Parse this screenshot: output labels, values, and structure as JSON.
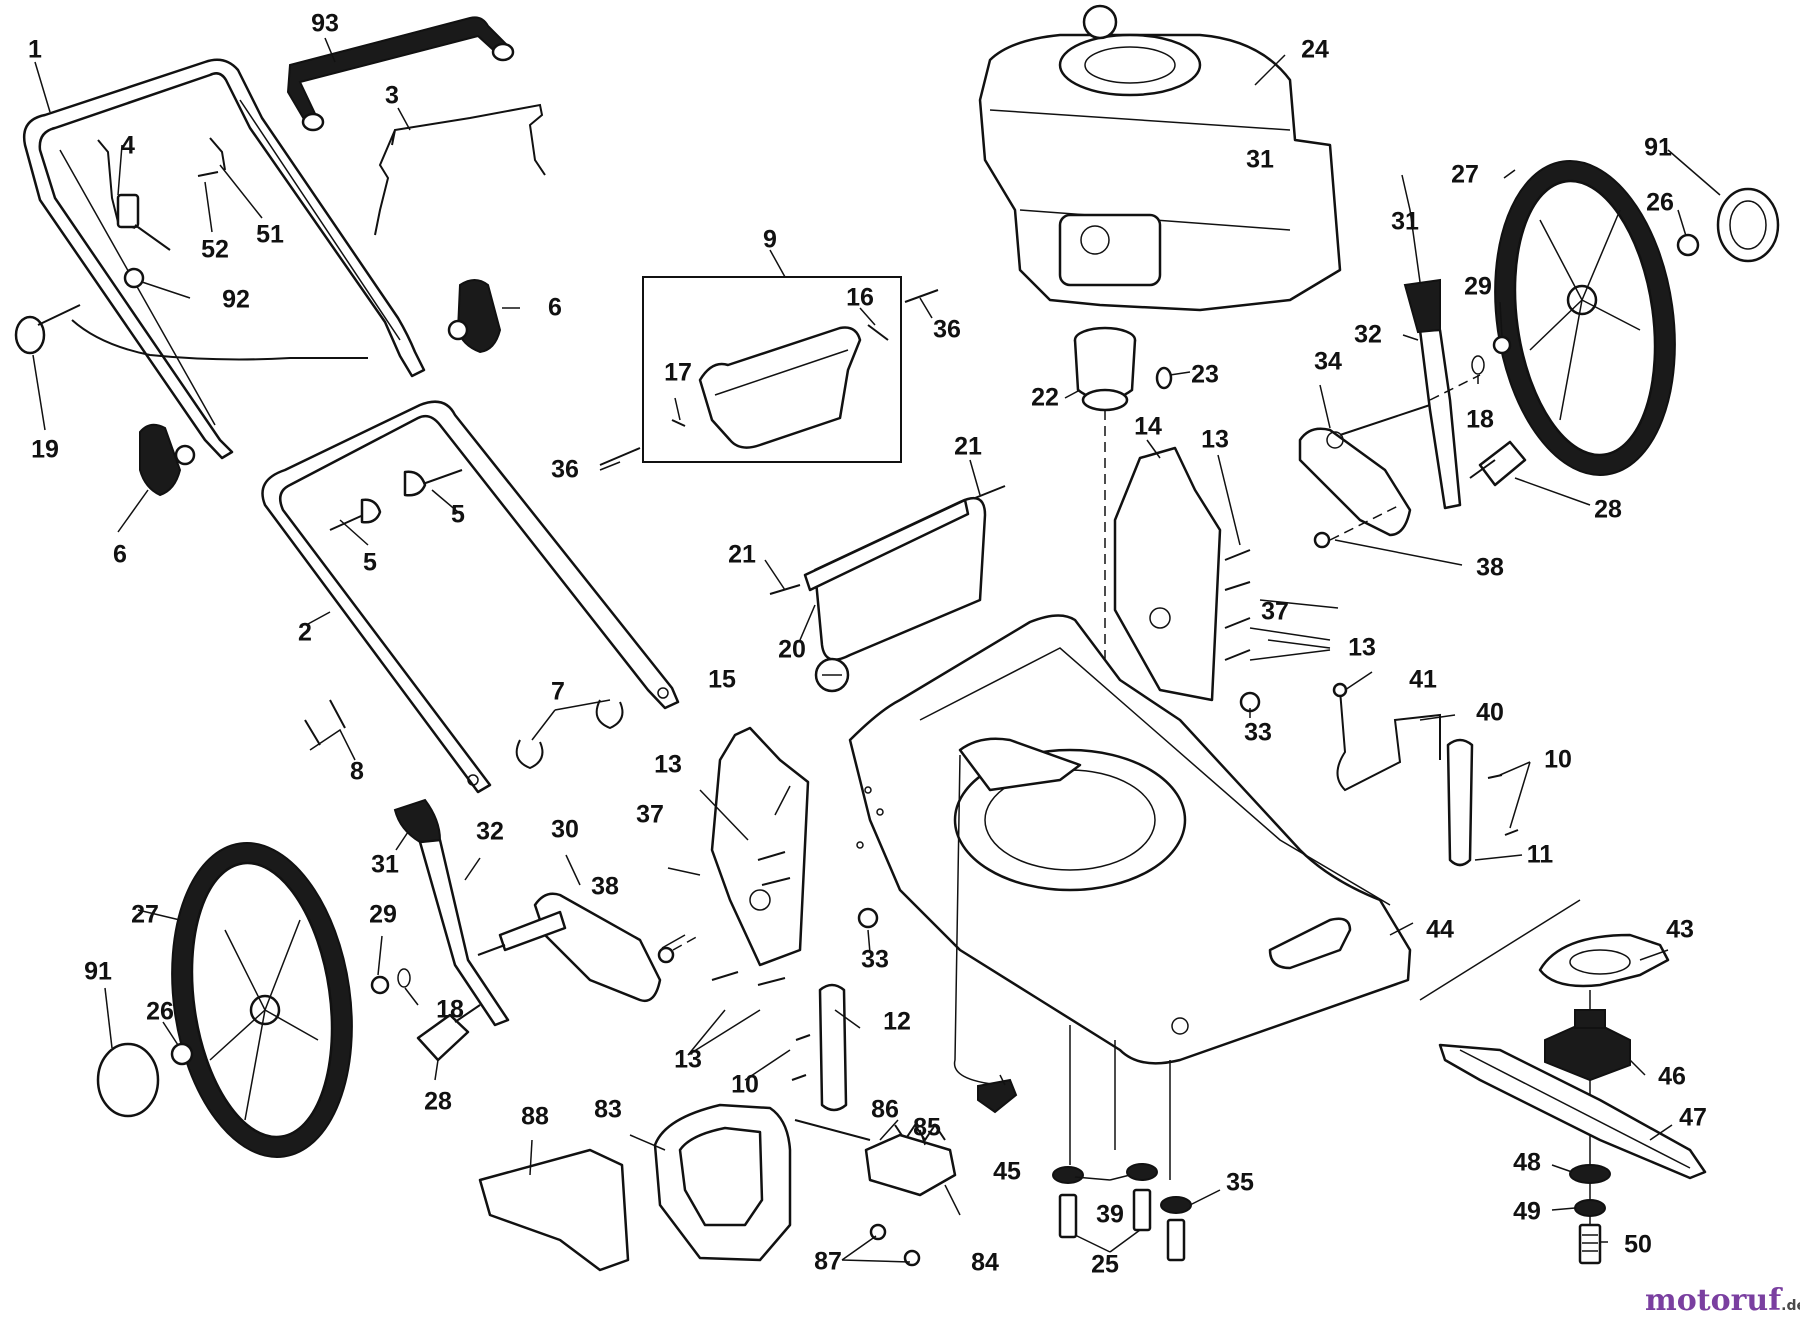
{
  "labels": {
    "p1": "1",
    "p93": "93",
    "p3": "3",
    "p4": "4",
    "p51": "51",
    "p52": "52",
    "p92": "92",
    "p6a": "6",
    "p6b": "6",
    "p19": "19",
    "p5a": "5",
    "p5b": "5",
    "p2": "2",
    "p7": "7",
    "p8": "8",
    "p9": "9",
    "p16": "16",
    "p17": "17",
    "p36a": "36",
    "p36b": "36",
    "p24": "24",
    "p22": "22",
    "p23": "23",
    "p21a": "21",
    "p21b": "21",
    "p20": "20",
    "p14": "14",
    "p13a": "13",
    "p13b": "13",
    "p13c": "13",
    "p13d": "13",
    "p37a": "37",
    "p37b": "37",
    "p15": "15",
    "p33a": "33",
    "p33b": "33",
    "p27a": "27",
    "p27b": "27",
    "p91a": "91",
    "p91b": "91",
    "p26a": "26",
    "p26b": "26",
    "p29a": "29",
    "p29b": "29",
    "p31a": "31",
    "p31b": "31",
    "p32a": "32",
    "p32b": "32",
    "p34": "34",
    "p18a": "18",
    "p18b": "18",
    "p28a": "28",
    "p28b": "28",
    "p38a": "38",
    "p38b": "38",
    "p41": "41",
    "p40": "40",
    "p10a": "10",
    "p10b": "10",
    "p11": "11",
    "p12": "12",
    "p30": "30",
    "p44": "44",
    "p43": "43",
    "p46": "46",
    "p47": "47",
    "p48": "48",
    "p49": "49",
    "p50": "50",
    "p45": "45",
    "p39": "39",
    "p35": "35",
    "p25": "25",
    "p88": "88",
    "p83": "83",
    "p86": "86",
    "p85": "85",
    "p84": "84",
    "p87": "87"
  },
  "watermark": {
    "main": "motoruf",
    "suffix": ".de"
  }
}
